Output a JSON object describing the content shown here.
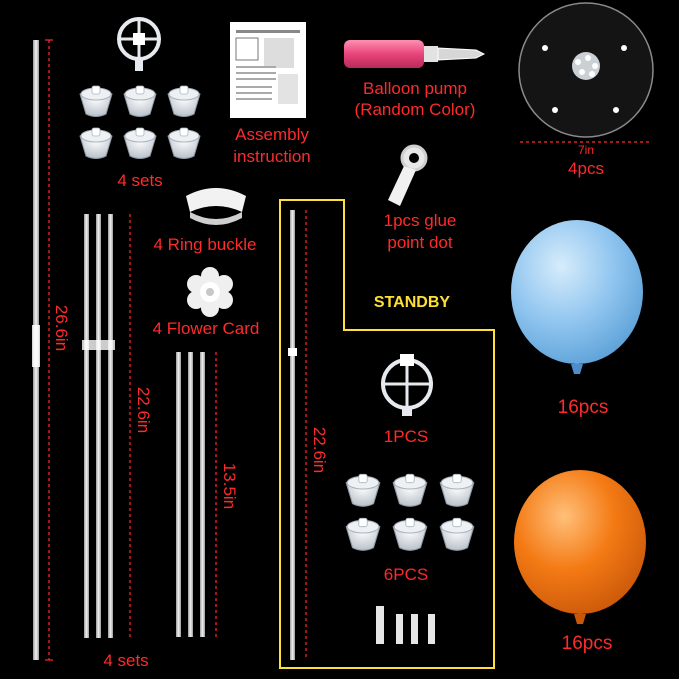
{
  "labels": {
    "sets_top": "4 sets",
    "assembly_instruction_line1": "Assembly",
    "assembly_instruction_line2": "instruction",
    "balloon_pump_line1": "Balloon pump",
    "balloon_pump_line2": "(Random Color)",
    "base_size": "7in",
    "base_count": "4pcs",
    "ring_buckle": "4 Ring buckle",
    "flower_card": "4 Flower Card",
    "glue_line1": "1pcs glue",
    "glue_line2": "point dot",
    "standby": "STANDBY",
    "one_pcs": "1PCS",
    "six_pcs": "6PCS",
    "blue_count": "16pcs",
    "orange_count": "16pcs",
    "sets_bottom": "4 sets",
    "rod_long": "26.6in",
    "rod_mid": "22.6in",
    "rod_short": "13.5in",
    "rod_standby": "22.6in"
  },
  "colors": {
    "text_red": "#ff2a2a",
    "standby_yellow": "#ffe033",
    "balloon_blue": "#8ec4ef",
    "balloon_orange": "#f47a14",
    "pump_pink": "#e8457a"
  },
  "icons": [
    "rod-icon",
    "balloon-cup-icon",
    "column-holder-icon",
    "instruction-sheet-icon",
    "balloon-pump-icon",
    "base-plate-icon",
    "ring-buckle-icon",
    "flower-card-icon",
    "glue-dot-roll-icon",
    "balloon-icon"
  ]
}
